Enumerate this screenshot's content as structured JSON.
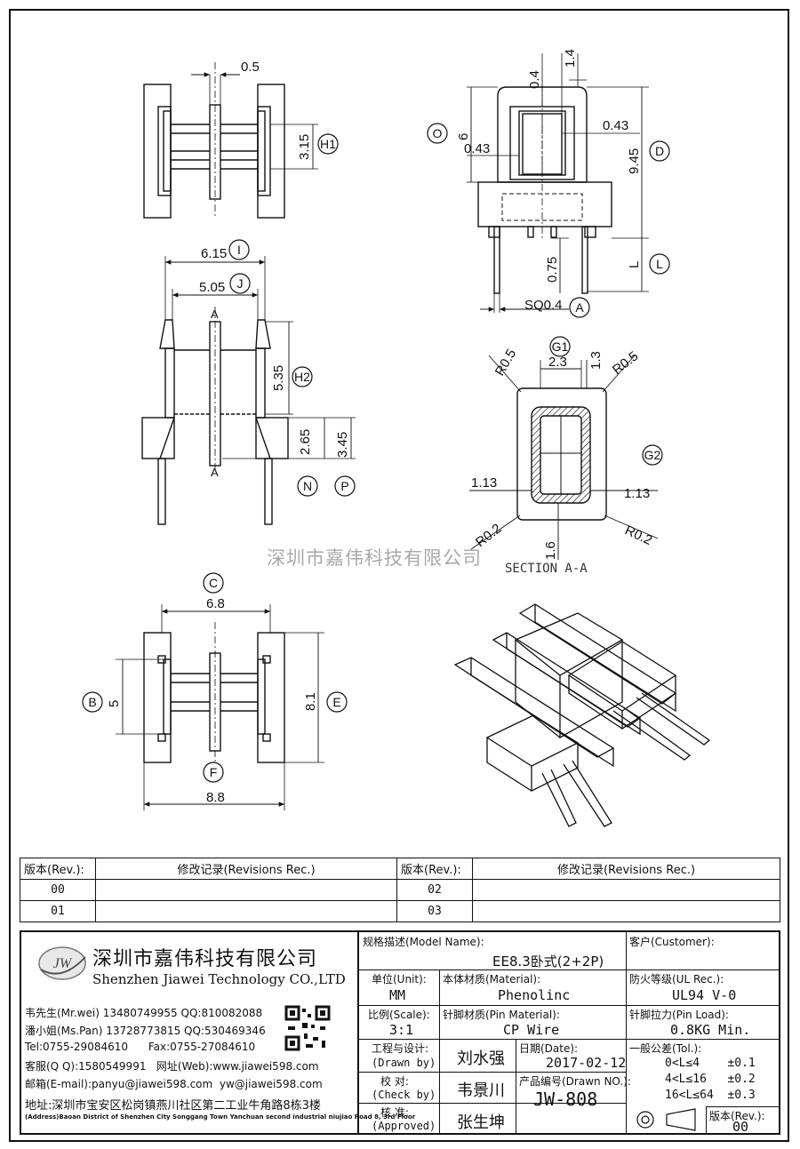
{
  "dimensions": {
    "top_view_gap": "0.5",
    "h1": "3.15",
    "i": "6.15",
    "j": "5.05",
    "h2": "5.35",
    "n": "2.65",
    "p": "3.45",
    "c": "6.8",
    "b": "5",
    "e": "8.1",
    "f": "8.8",
    "right_top_a": "0.4",
    "right_top_b": "1.4",
    "o": "6",
    "right_043_a": "0.43",
    "right_043_b": "0.43",
    "d": "9.45",
    "l_label": "L",
    "pin_075": "0.75",
    "sq": "SQ0.4",
    "g1_width": "2.3",
    "g1_top": "1.3",
    "r05_left": "R0.5",
    "r05_right": "R0.5",
    "wall_left": "1.13",
    "wall_right": "1.13",
    "r02_left": "R0.2",
    "r02_right": "R0.2",
    "bottom_16": "1.6"
  },
  "callouts": {
    "H1": "H1",
    "I": "I",
    "J": "J",
    "H2": "H2",
    "N": "N",
    "P": "P",
    "C": "C",
    "B": "B",
    "E": "E",
    "F": "F",
    "O": "O",
    "D": "D",
    "L": "L",
    "A": "A",
    "G1": "G1",
    "G2": "G2",
    "section_mark": "A"
  },
  "watermark": "深圳市嘉伟科技有限公司",
  "section_label": "SECTION A-A",
  "revisions": {
    "header_rev": "版本(Rev.):",
    "header_rec": "修改记录(Revisions Rec.)",
    "rows_left": [
      "00",
      "01"
    ],
    "rows_right": [
      "02",
      "03"
    ]
  },
  "company": {
    "logo_text": "JW",
    "name_cn": "深圳市嘉伟科技有限公司",
    "name_en": "Shenzhen Jiawei Technology CO.,LTD",
    "contacts": [
      "韦先生(Mr.wei) 13480749955 QQ:810082088",
      "潘小姐(Ms.Pan) 13728773815 QQ:530469346",
      "Tel:0755-29084610      Fax:0755-27084610",
      "客服(Q Q):1580549991   网址(Web):www.jiawei598.com",
      "邮箱(E-mail):panyu@jiawei598.com  yw@jiawei598.com"
    ],
    "address_cn": "地址:深圳市宝安区松岗镇燕川社区第二工业牛角路8栋3楼",
    "address_en": "(Address)Baoan District of Shenzhen City Songgang Town Yanchuan  second industrial niujiao Road 8, 3rd Floor"
  },
  "title_block": {
    "model_label": "规格描述(Model Name):",
    "model_value": "EE8.3卧式(2+2P)",
    "customer_label": "客户(Customer):",
    "customer_value": "",
    "unit_label": "单位(Unit):",
    "unit_value": "MM",
    "material_label": "本体材质(Material):",
    "material_value": "Phenolinc",
    "ul_label": "防火等级(UL Rec.):",
    "ul_value": "UL94 V-0",
    "scale_label": "比例(Scale):",
    "scale_value": "3:1",
    "pin_label": "针脚材质(Pin Material):",
    "pin_value": "CP Wire",
    "pinload_label": "针脚拉力(Pin Load):",
    "pinload_value": "0.8KG Min.",
    "drawn_label": "工程与设计:",
    "drawn_label_en": "(Drawn by)",
    "drawn_value": "刘水强",
    "date_label": "日期(Date):",
    "date_value": "2017-02-12",
    "tol_label": "一般公差(Tol.):",
    "tol_rows": [
      "0<L≤4    ±0.1",
      "4<L≤16   ±0.2",
      "16<L≤64  ±0.3"
    ],
    "check_label": "校  对:",
    "check_label_en": "(Check by)",
    "check_value": "韦景川",
    "drawno_label": "产品编号(Drawn NO.):",
    "drawno_value": "JW-808",
    "appr_label": "核  准:",
    "appr_label_en": "(Approved)",
    "appr_value": "张生坤",
    "rev_label": "版本(Rev.):",
    "rev_value": "00"
  }
}
